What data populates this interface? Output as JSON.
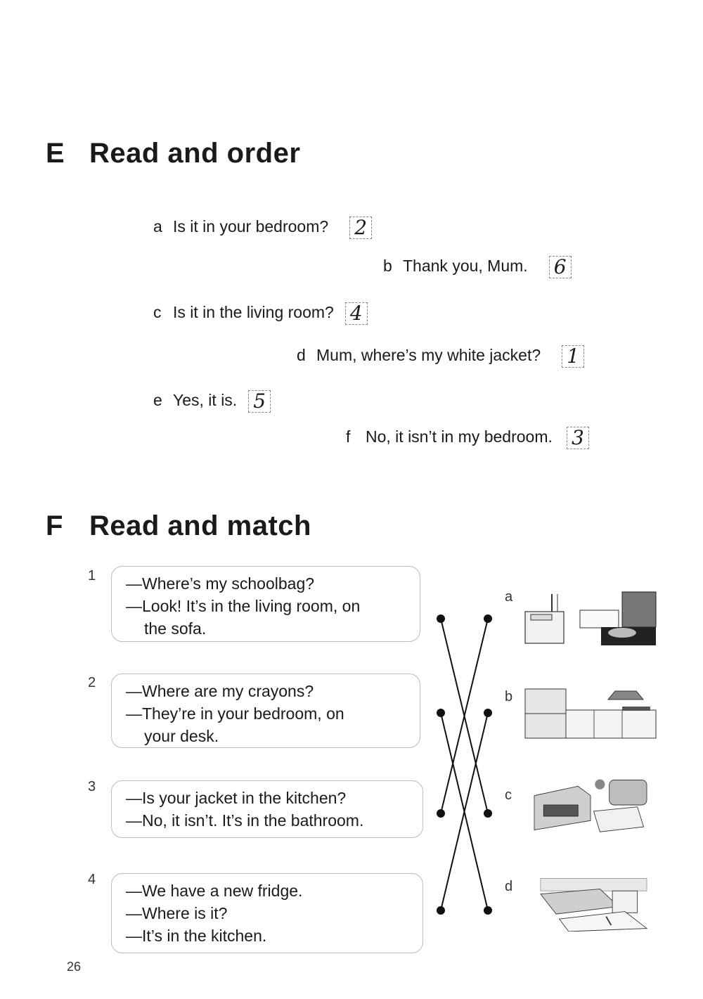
{
  "sectionE": {
    "letter": "E",
    "title": "Read and order",
    "items": [
      {
        "letter": "a",
        "text": "Is it in your bedroom?",
        "answer": "2"
      },
      {
        "letter": "b",
        "text": "Thank you, Mum.",
        "answer": "6"
      },
      {
        "letter": "c",
        "text": "Is it in the living room?",
        "answer": "4"
      },
      {
        "letter": "d",
        "text": "Mum, where’s my white jacket?",
        "answer": "1"
      },
      {
        "letter": "e",
        "text": "Yes, it is.",
        "answer": "5"
      },
      {
        "letter": "f",
        "text": "No, it isn’t in my bedroom.",
        "answer": "3"
      }
    ]
  },
  "sectionF": {
    "letter": "F",
    "title": "Read and match",
    "dialogues": [
      {
        "num": "1",
        "lines": [
          "—Where’s my schoolbag?",
          "—Look! It’s in the living room, on",
          "the sofa."
        ]
      },
      {
        "num": "2",
        "lines": [
          "—Where are my crayons?",
          "—They’re in your bedroom, on",
          "your desk."
        ]
      },
      {
        "num": "3",
        "lines": [
          "—Is your jacket in the kitchen?",
          "—No, it isn’t. It’s in the bathroom."
        ]
      },
      {
        "num": "4",
        "lines": [
          "—We have a new fridge.",
          "—Where is it?",
          "—It’s in the kitchen."
        ]
      }
    ],
    "pictures": [
      "a",
      "b",
      "c",
      "d"
    ],
    "matches": [
      {
        "dialogue": "1",
        "picture": "c"
      },
      {
        "dialogue": "2",
        "picture": "d"
      },
      {
        "dialogue": "3",
        "picture": "a"
      },
      {
        "dialogue": "4",
        "picture": "b"
      }
    ]
  },
  "page_number": "26"
}
